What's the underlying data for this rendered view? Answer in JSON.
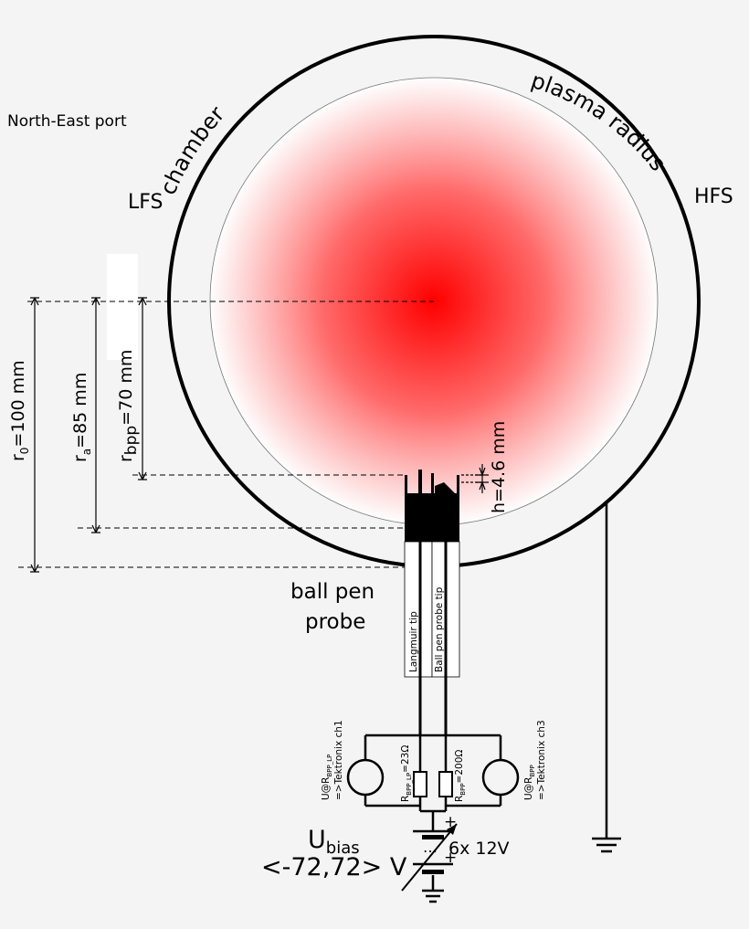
{
  "labels": {
    "port": "North-East port",
    "chamber": "chamber",
    "plasma_radius": "plasma radius",
    "lfs": "LFS",
    "hfs": "HFS",
    "probe_line1": "ball pen",
    "probe_line2": "probe",
    "langmuir_tip": "Langmuir tip",
    "bpp_tip": "Ball pen probe tip",
    "six_x": "6x 12V",
    "bias_range": "<-72,72> V",
    "plus": "+",
    "dots": "…"
  },
  "dims": {
    "r0": {
      "main": "r",
      "sub": "0",
      "rest": "=100 mm"
    },
    "ra": {
      "main": "r",
      "sub": "a",
      "rest": "=85 mm"
    },
    "rbpp": {
      "main": "r",
      "sub": "bpp",
      "rest": "=70 mm"
    },
    "h": "h=4.6 mm"
  },
  "circuit": {
    "ubias_main": "U",
    "ubias_sub": "bias",
    "r_lp": {
      "main": "R",
      "sub": "BPP_LP",
      "rest": "=23Ω"
    },
    "r_bpp": {
      "main": "R",
      "sub": "BPP",
      "rest": "=200Ω"
    },
    "meter_left": {
      "l1_main": "U@R",
      "l1_sub": "BPP_LP",
      "l2": "=>Tektronix ch1"
    },
    "meter_right": {
      "l1_main": "U@R",
      "l1_sub": "BPP",
      "l2": "=>Tektronix ch3"
    }
  },
  "colors": {
    "plasma_core": "#ff0000",
    "background": "#f4f4f4",
    "line": "#000000"
  }
}
